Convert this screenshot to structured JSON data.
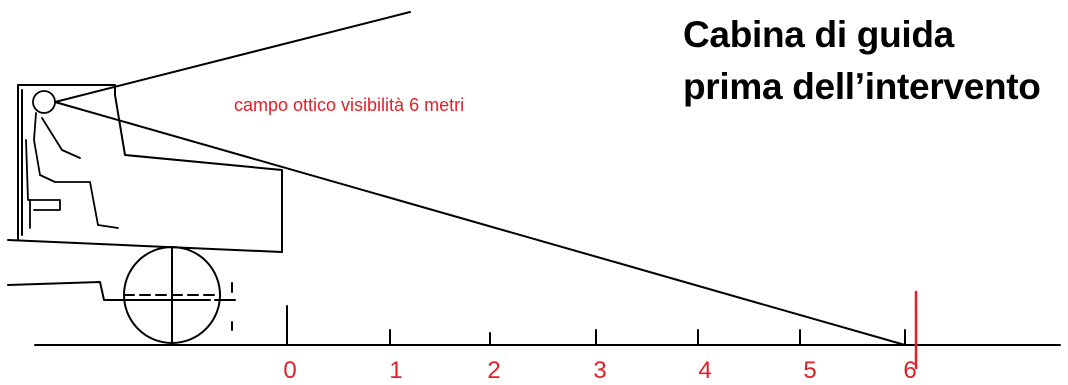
{
  "title": {
    "line1": "Cabina di guida",
    "line2": "prima dell’intervento"
  },
  "caption": "campo ottico visibilità 6 metri",
  "scale": {
    "ticks": [
      "0",
      "1",
      "2",
      "3",
      "4",
      "5",
      "6"
    ],
    "visibility_distance_m": 6
  },
  "colors": {
    "ink": "#000000",
    "accent": "#e41e26"
  }
}
